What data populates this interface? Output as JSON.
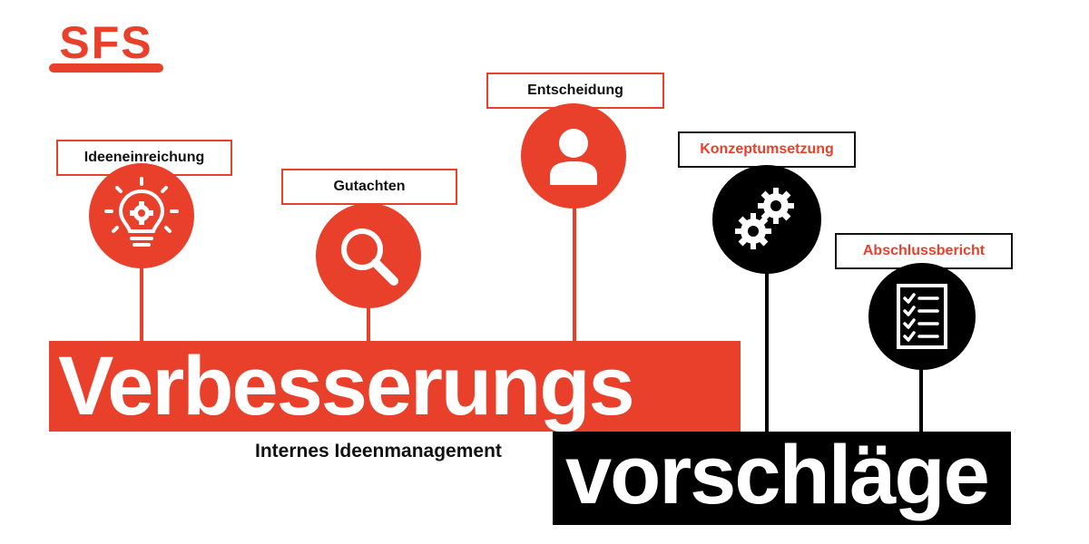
{
  "logo": {
    "text": "SFS",
    "color": "#e8402a"
  },
  "steps": [
    {
      "label": "Ideeneinreichung",
      "icon": "lightbulb-gear-icon"
    },
    {
      "label": "Gutachten",
      "icon": "magnifier-icon"
    },
    {
      "label": "Entscheidung",
      "icon": "person-icon"
    },
    {
      "label": "Konzeptumsetzung",
      "icon": "gears-icon"
    },
    {
      "label": "Abschlussbericht",
      "icon": "checklist-icon"
    }
  ],
  "headline": {
    "line1": "Verbesserungs",
    "line2": "vorschläge",
    "subtitle": "Internes Ideenmanagement"
  },
  "colors": {
    "accent": "#e8402a",
    "dark": "#000000",
    "background": "#ffffff"
  }
}
